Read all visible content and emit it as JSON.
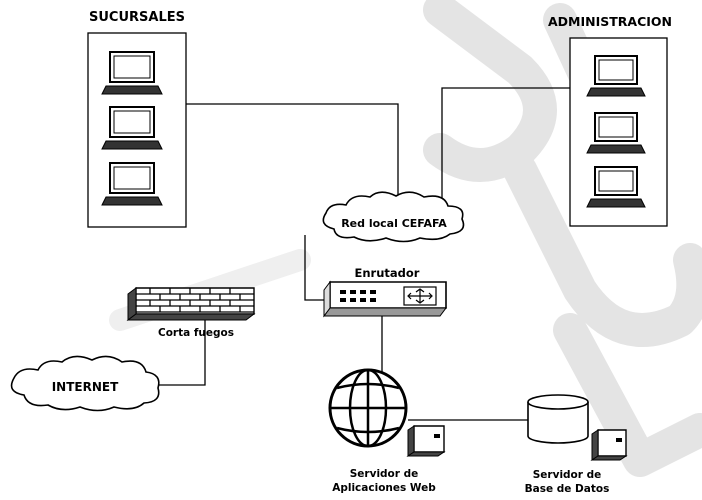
{
  "nodes": {
    "sucursales": {
      "label": "SUCURSALES",
      "icon": "desktop-computer-icon"
    },
    "administracion": {
      "label": "ADMINISTRACION",
      "icon": "desktop-computer-icon"
    },
    "red_local": {
      "label": "Red local CEFAFA",
      "icon": "cloud-icon"
    },
    "enrutador": {
      "label": "Enrutador",
      "icon": "router-icon"
    },
    "corta_fuegos": {
      "label": "Corta fuegos",
      "icon": "firewall-icon"
    },
    "internet": {
      "label": "INTERNET",
      "icon": "cloud-icon"
    },
    "servidor_web": {
      "label_line1": "Servidor de",
      "label_line2": "Aplicaciones Web",
      "icon": "globe-server-icon"
    },
    "servidor_bd": {
      "label_line1": "Servidor de",
      "label_line2": "Base de Datos",
      "icon": "database-cylinder-icon"
    }
  },
  "watermark": {
    "text": "PUBL",
    "color": "#e4e4e4"
  },
  "colors": {
    "line": "#000000",
    "background": "#ffffff"
  }
}
